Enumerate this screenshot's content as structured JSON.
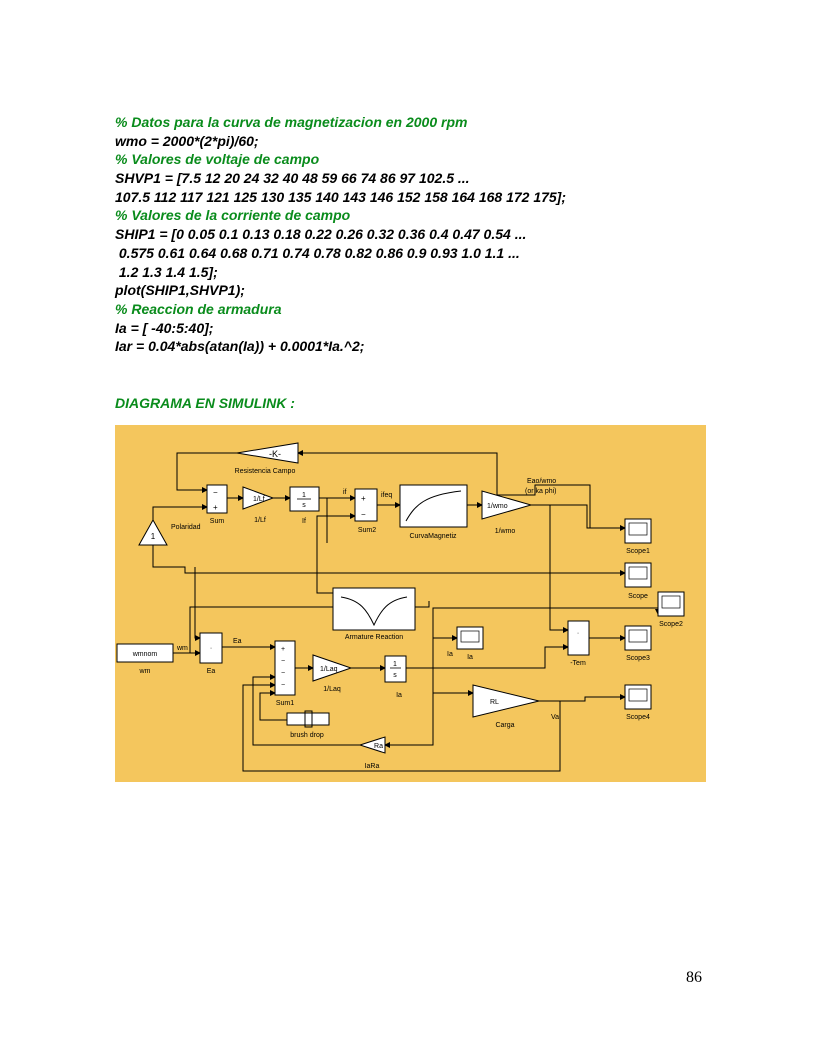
{
  "code_lines": [
    {
      "text": "% Datos para la curva de magnetizacion en 2000 rpm",
      "kind": "comment"
    },
    {
      "text": "wmo = 2000*(2*pi)/60;",
      "kind": "code"
    },
    {
      "text": "% Valores de voltaje de campo",
      "kind": "comment"
    },
    {
      "text": "SHVP1 = [7.5 12 20 24 32 40 48 59 66 74 86 97 102.5 ...",
      "kind": "code"
    },
    {
      "text": "107.5 112 117 121 125 130 135 140 143 146 152 158 164 168 172 175];",
      "kind": "code"
    },
    {
      "text": "% Valores de la corriente de campo",
      "kind": "comment"
    },
    {
      "text": "SHIP1 = [0 0.05 0.1 0.13 0.18 0.22 0.26 0.32 0.36 0.4 0.47 0.54 ...",
      "kind": "code"
    },
    {
      "text": " 0.575 0.61 0.64 0.68 0.71 0.74 0.78 0.82 0.86 0.9 0.93 1.0 1.1 ...",
      "kind": "code"
    },
    {
      "text": " 1.2 1.3 1.4 1.5];",
      "kind": "code"
    },
    {
      "text": "plot(SHIP1,SHVP1);",
      "kind": "code"
    },
    {
      "text": "% Reaccion de armadura",
      "kind": "comment"
    },
    {
      "text": "Ia = [ -40:5:40];",
      "kind": "code"
    },
    {
      "text": "Iar = 0.04*abs(atan(Ia)) + 0.0001*Ia.^2;",
      "kind": "code"
    }
  ],
  "heading": "DIAGRAMA EN SIMULINK :",
  "diagram": {
    "background_color": "#f4c65d",
    "blocks": {
      "gain_k": "-K-",
      "resistencia_campo": "Resistencia Campo",
      "sum": "Sum",
      "one_over_lf_block": "1/Lf",
      "one_over_lf_label": "1/Lf",
      "integrator_num": "1",
      "integrator_den": "s",
      "if_label": "If",
      "if_signal": "if",
      "ifeq_signal": "ifeq",
      "sum2": "Sum2",
      "curva": "CurvaMagnetiz",
      "one_over_wmo_block": "1/wmo",
      "one_over_wmo_label": "1/wmo",
      "eao_line1": "Eao/wmo",
      "eao_line2": "(or ka phi)",
      "polaridad_value": "1",
      "polaridad_label": "Polaridad",
      "scope1": "Scope1",
      "scope": "Scope",
      "scope2": "Scope2",
      "scope3": "Scope3",
      "scope4": "Scope4",
      "armature_reaction": "Armature Reaction",
      "wmnom_block": "wmnom",
      "wm_label": "wm",
      "wm_signal": "wm",
      "ea_signal": "Ea",
      "ea_label": "Ea",
      "sum1": "Sum1",
      "one_over_laq_block": "1/Laq",
      "one_over_laq_label": "1/Laq",
      "int2_num": "1",
      "int2_den": "s",
      "ia_label": "Ia",
      "ia_signal": "Ia",
      "ia_display": "Ia",
      "tem_label": "-Tem",
      "rl_block": "RL",
      "carga_label": "Carga",
      "va_signal": "Va",
      "brush_drop": "brush drop",
      "ra_block": "Ra",
      "iara_label": "IaRa"
    }
  },
  "page_number": "86"
}
